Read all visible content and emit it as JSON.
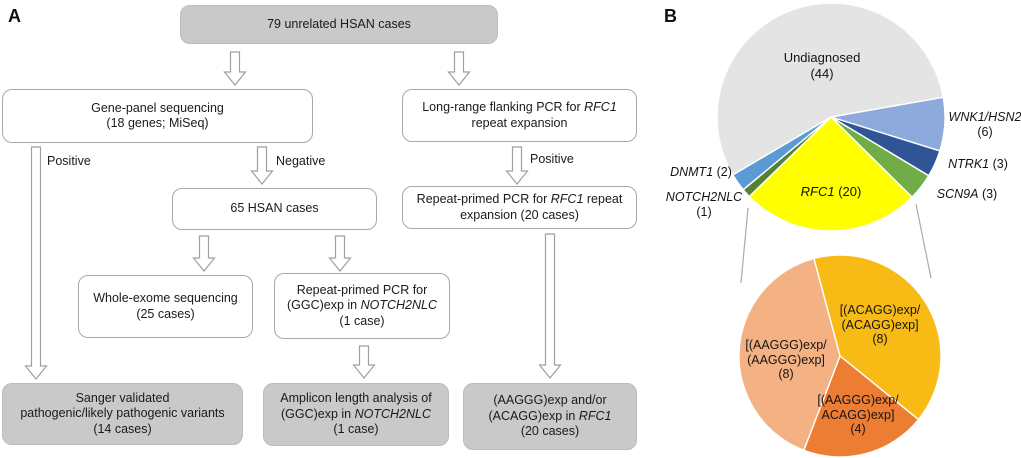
{
  "figure": {
    "panel_a_label": "A",
    "panel_b_label": "B"
  },
  "panel_a": {
    "edge_labels": {
      "gene_panel_positive": "Positive",
      "gene_panel_negative": "Negative",
      "long_range_positive": "Positive"
    },
    "boxes": {
      "top79": {
        "variant": "gray",
        "lines": [
          [
            "79 unrelated HSAN cases"
          ]
        ]
      },
      "gene_panel": {
        "variant": "outline",
        "lines": [
          [
            "Gene-panel sequencing"
          ],
          [
            "(18 genes; MiSeq)"
          ]
        ]
      },
      "long_range": {
        "variant": "outline",
        "lines": [
          [
            {
              "t": "Long-range flanking PCR for "
            },
            {
              "t": "RFC1",
              "i": true
            }
          ],
          [
            "repeat expansion"
          ]
        ]
      },
      "hsan65": {
        "variant": "outline",
        "lines": [
          [
            "65 HSAN cases"
          ]
        ]
      },
      "rp_rfc1": {
        "variant": "outline",
        "lines": [
          [
            {
              "t": "Repeat-primed PCR for "
            },
            {
              "t": "RFC1",
              "i": true
            },
            {
              "t": " repeat"
            }
          ],
          [
            "expansion (20 cases)"
          ]
        ]
      },
      "wes": {
        "variant": "outline",
        "lines": [
          [
            "Whole-exome sequencing"
          ],
          [
            "(25 cases)"
          ]
        ]
      },
      "rp_notch2nlc": {
        "variant": "outline",
        "lines": [
          [
            "Repeat-primed PCR for"
          ],
          [
            {
              "t": "(GGC)exp in "
            },
            {
              "t": "NOTCH2NLC",
              "i": true
            }
          ],
          [
            "(1 case)"
          ]
        ]
      },
      "sanger": {
        "variant": "gray",
        "lines": [
          [
            "Sanger validated"
          ],
          [
            "pathogenic/likely pathogenic variants"
          ],
          [
            "(14 cases)"
          ]
        ]
      },
      "amplicon": {
        "variant": "gray",
        "lines": [
          [
            "Amplicon length analysis of"
          ],
          [
            {
              "t": "(GGC)exp in "
            },
            {
              "t": "NOTCH2NLC",
              "i": true
            }
          ],
          [
            "(1 case)"
          ]
        ]
      },
      "rfc1_outcome": {
        "variant": "gray",
        "lines": [
          [
            "(AAGGG)exp and/or"
          ],
          [
            {
              "t": "(ACAGG)exp in "
            },
            {
              "t": "RFC1",
              "i": true
            }
          ],
          [
            "(20 cases)"
          ]
        ]
      }
    }
  },
  "panel_b": {
    "pie_top_labels": {
      "undiagnosed": [
        [
          "Undiagnosed"
        ],
        [
          "(44)"
        ]
      ],
      "rfc1": [
        [
          {
            "t": "RFC1",
            "i": true
          },
          {
            "t": " (20)"
          }
        ]
      ],
      "wnk1_hsn2": [
        [
          {
            "t": "WNK1/HSN2",
            "i": true
          }
        ],
        [
          "(6)"
        ]
      ],
      "ntrk1": [
        [
          {
            "t": "NTRK1",
            "i": true
          },
          {
            "t": " (3)"
          }
        ]
      ],
      "scn9a": [
        [
          {
            "t": "SCN9A",
            "i": true
          },
          {
            "t": " (3)"
          }
        ]
      ],
      "dnmt1": [
        [
          {
            "t": "DNMT1",
            "i": true
          },
          {
            "t": " (2)"
          }
        ]
      ],
      "notch2nlc": [
        [
          {
            "t": "NOTCH2NLC",
            "i": true
          }
        ],
        [
          "(1)"
        ]
      ]
    },
    "pie_bottom_labels": {
      "acagg_acagg": [
        [
          "[(ACAGG)exp/"
        ],
        [
          "(ACAGG)exp]"
        ],
        [
          "(8)"
        ]
      ],
      "aaggg_aaggg": [
        [
          "[(AAGGG)exp/"
        ],
        [
          "(AAGGG)exp]"
        ],
        [
          "(8)"
        ]
      ],
      "aaggg_acagg": [
        [
          "[(AAGGG)exp/"
        ],
        [
          "ACAGG)exp]"
        ],
        [
          "(4)"
        ]
      ]
    }
  },
  "chart_data": [
    {
      "type": "pie",
      "name": "diagnostic-outcome-pie",
      "total": 79,
      "start_angle_deg": 80,
      "direction": "clockwise",
      "slices": [
        {
          "id": "wnk1-hsn2",
          "label": "WNK1/HSN2",
          "count": 6,
          "color": "#8EA9DB"
        },
        {
          "id": "ntrk1",
          "label": "NTRK1",
          "count": 3,
          "color": "#2F5597"
        },
        {
          "id": "scn9a",
          "label": "SCN9A",
          "count": 3,
          "color": "#70AD47"
        },
        {
          "id": "rfc1",
          "label": "RFC1",
          "count": 20,
          "color": "#FFFF00"
        },
        {
          "id": "notch2nlc",
          "label": "NOTCH2NLC",
          "count": 1,
          "color": "#548235"
        },
        {
          "id": "dnmt1",
          "label": "DNMT1",
          "count": 2,
          "color": "#5B9BD5"
        },
        {
          "id": "undiagnosed",
          "label": "Undiagnosed",
          "count": 44,
          "color": "#E4E4E4"
        }
      ]
    },
    {
      "type": "pie",
      "name": "rfc1-genotype-pie",
      "total": 20,
      "start_angle_deg": -15,
      "direction": "clockwise",
      "slices": [
        {
          "id": "acagg-acagg",
          "label": "[(ACAGG)exp/(ACAGG)exp]",
          "count": 8,
          "color": "#F8BA15"
        },
        {
          "id": "aaggg-acagg",
          "label": "[(AAGGG)exp/ACAGG)exp]",
          "count": 4,
          "color": "#EC7D33"
        },
        {
          "id": "aaggg-aaggg",
          "label": "[(AAGGG)exp/(AAGGG)exp]",
          "count": 8,
          "color": "#F4B183"
        }
      ]
    }
  ]
}
